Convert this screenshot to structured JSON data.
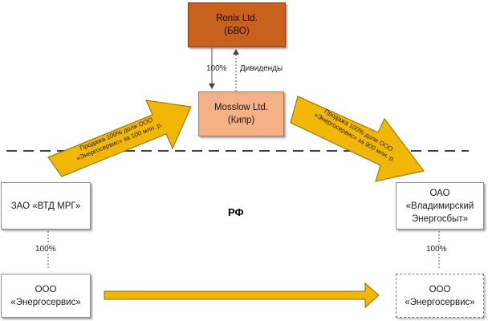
{
  "boxes": {
    "ronix": {
      "line1": "Ronix Ltd.",
      "line2": "(БВО)"
    },
    "mosslow": {
      "line1": "Mosslow Ltd.",
      "line2": "(Кипр)"
    },
    "vtd": {
      "line1": "ЗАО «ВТД МРГ»"
    },
    "energoservis_left": {
      "line1": "ООО",
      "line2": "«Энергосервис»"
    },
    "vladimir": {
      "line1": "ОАО",
      "line2": "«Владимирский",
      "line3": "Энергосбыт»"
    },
    "energoservis_right": {
      "line1": "ООО",
      "line2": "«Энергосервис»"
    }
  },
  "labels": {
    "ownership_top": "100%",
    "dividends": "Дивиденды",
    "ownership_left": "100%",
    "ownership_right": "100%",
    "rf": "РФ"
  },
  "arrows": {
    "sale_left": {
      "line1": "Продажа 100% доли ООО",
      "line2": "«Энергосервис» за 100 млн. р."
    },
    "sale_right": {
      "line1": "Продажа 100% доли ООО",
      "line2": "«Энергосервис» за 900 млн. р."
    }
  },
  "colors": {
    "arrow_fill": "#f2b705",
    "arrow_stroke": "#8a6a00",
    "box_dark": "#c8611e",
    "box_light": "#f4b185"
  }
}
